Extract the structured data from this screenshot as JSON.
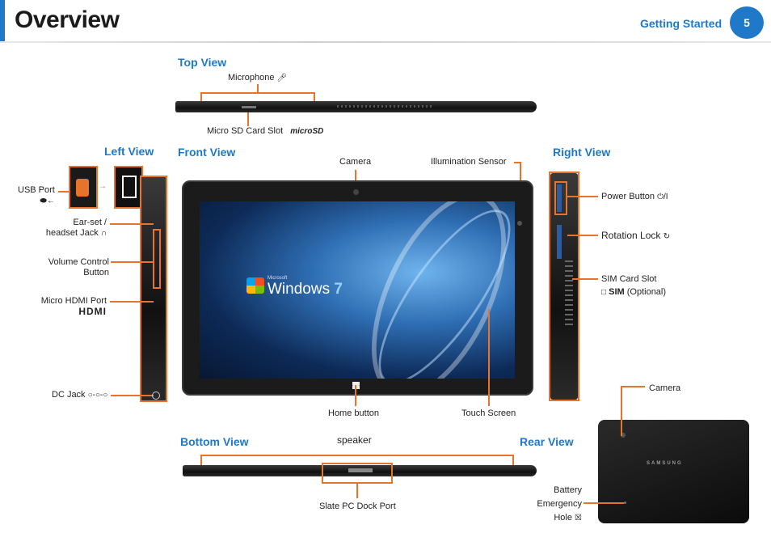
{
  "header": {
    "title": "Overview",
    "section": "Getting Started",
    "page_number": "5"
  },
  "views": {
    "top": "Top View",
    "left": "Left View",
    "front": "Front View",
    "right": "Right View",
    "bottom": "Bottom View",
    "rear": "Rear View"
  },
  "labels": {
    "microphone": "Microphone",
    "micro_sd": "Micro SD Card Slot",
    "micro_sd_logo": "micro",
    "usb_port": "USB Port",
    "earset_1": "Ear-set /",
    "earset_2": "headset Jack",
    "volume_1": "Volume Control",
    "volume_2": "Button",
    "micro_hdmi": "Micro HDMI Port",
    "hdmi_logo": "HDMI",
    "dc_jack": "DC Jack",
    "camera": "Camera",
    "illumination": "Illumination Sensor",
    "home_button": "Home button",
    "touch_screen": "Touch Screen",
    "power_button": "Power Button",
    "rotation_lock": "Rotation Lock",
    "sim_1": "SIM Card Slot",
    "sim_logo": "SIM",
    "sim_2": "(Optional)",
    "speaker": "speaker",
    "dock_port": "Slate PC Dock Port",
    "rear_camera": "Camera",
    "battery_1": "Battery",
    "battery_2": "Emergency",
    "battery_3": "Hole",
    "brand": "SAMSUNG",
    "windows_small": "Microsoft",
    "windows": "Windows",
    "windows_version": "7"
  },
  "colors": {
    "accent": "#1f78c8",
    "callout": "#e8732a"
  }
}
